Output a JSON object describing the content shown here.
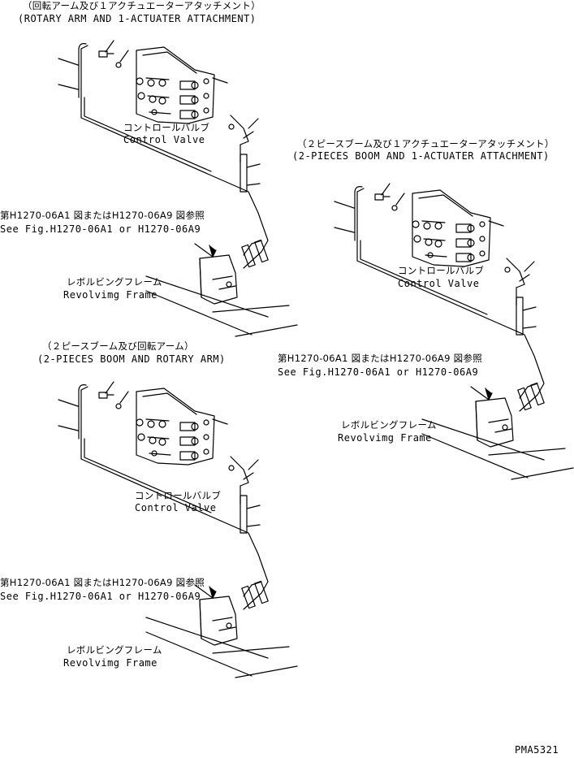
{
  "sections": [
    {
      "title_jp": "（回転アーム及び１アクチュエーターアタッチメント）",
      "title_en": "(ROTARY ARM AND 1-ACTUATER ATTACHMENT)",
      "valve_jp": "コントロールバルブ",
      "valve_en": "Control Valve",
      "ref_jp": "第H1270-06A1 図またはH1270-06A9 図参照",
      "ref_en": "See Fig.H1270-06A1 or H1270-06A9",
      "frame_jp": "レボルビングフレーム",
      "frame_en": "Revolvimg Frame"
    },
    {
      "title_jp": "（２ピースブーム及び１アクチュエーターアタッチメント）",
      "title_en": "(2-PIECES BOOM AND 1-ACTUATER ATTACHMENT)",
      "valve_jp": "コントロールバルブ",
      "valve_en": "Control Valve",
      "ref_jp": "第H1270-06A1 図またはH1270-06A9 図参照",
      "ref_en": "See Fig.H1270-06A1 or H1270-06A9",
      "frame_jp": "レボルビングフレーム",
      "frame_en": "Revolvimg Frame"
    },
    {
      "title_jp": "（２ピースブーム及び回転アーム）",
      "title_en": "(2-PIECES BOOM AND ROTARY ARM)",
      "valve_jp": "コントロールバルブ",
      "valve_en": "Control Valve",
      "ref_jp": "第H1270-06A1 図またはH1270-06A9 図参照",
      "ref_en": "See Fig.H1270-06A1 or H1270-06A9",
      "frame_jp": "レボルビングフレーム",
      "frame_en": "Revolvimg Frame"
    }
  ],
  "code": "PMA5321"
}
